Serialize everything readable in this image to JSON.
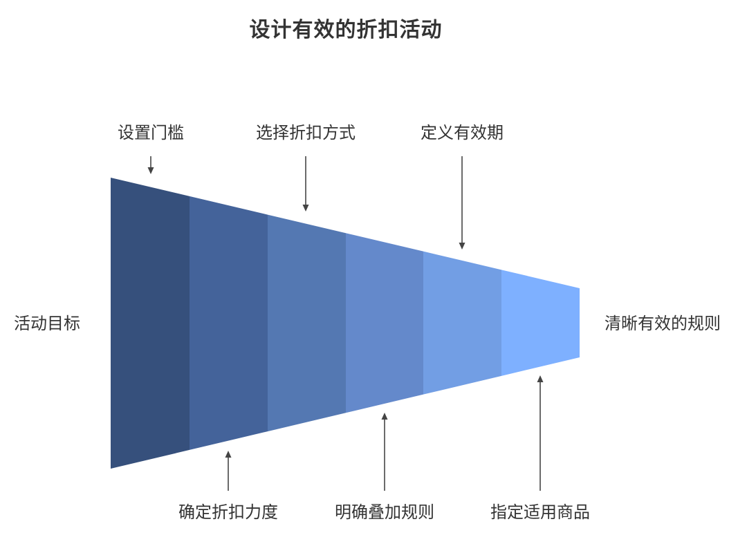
{
  "title": "设计有效的折扣活动",
  "start_label": "活动目标",
  "end_label": "清晰有效的规则",
  "top_steps": [
    "设置门槛",
    "选择折扣方式",
    "定义有效期"
  ],
  "bottom_steps": [
    "确定折扣力度",
    "明确叠加规则",
    "指定适用商品"
  ],
  "segment_colors": [
    "#36507c",
    "#44639a",
    "#5478b2",
    "#6489cb",
    "#729ee4",
    "#7eb0ff"
  ],
  "arrow_color": "#444444"
}
